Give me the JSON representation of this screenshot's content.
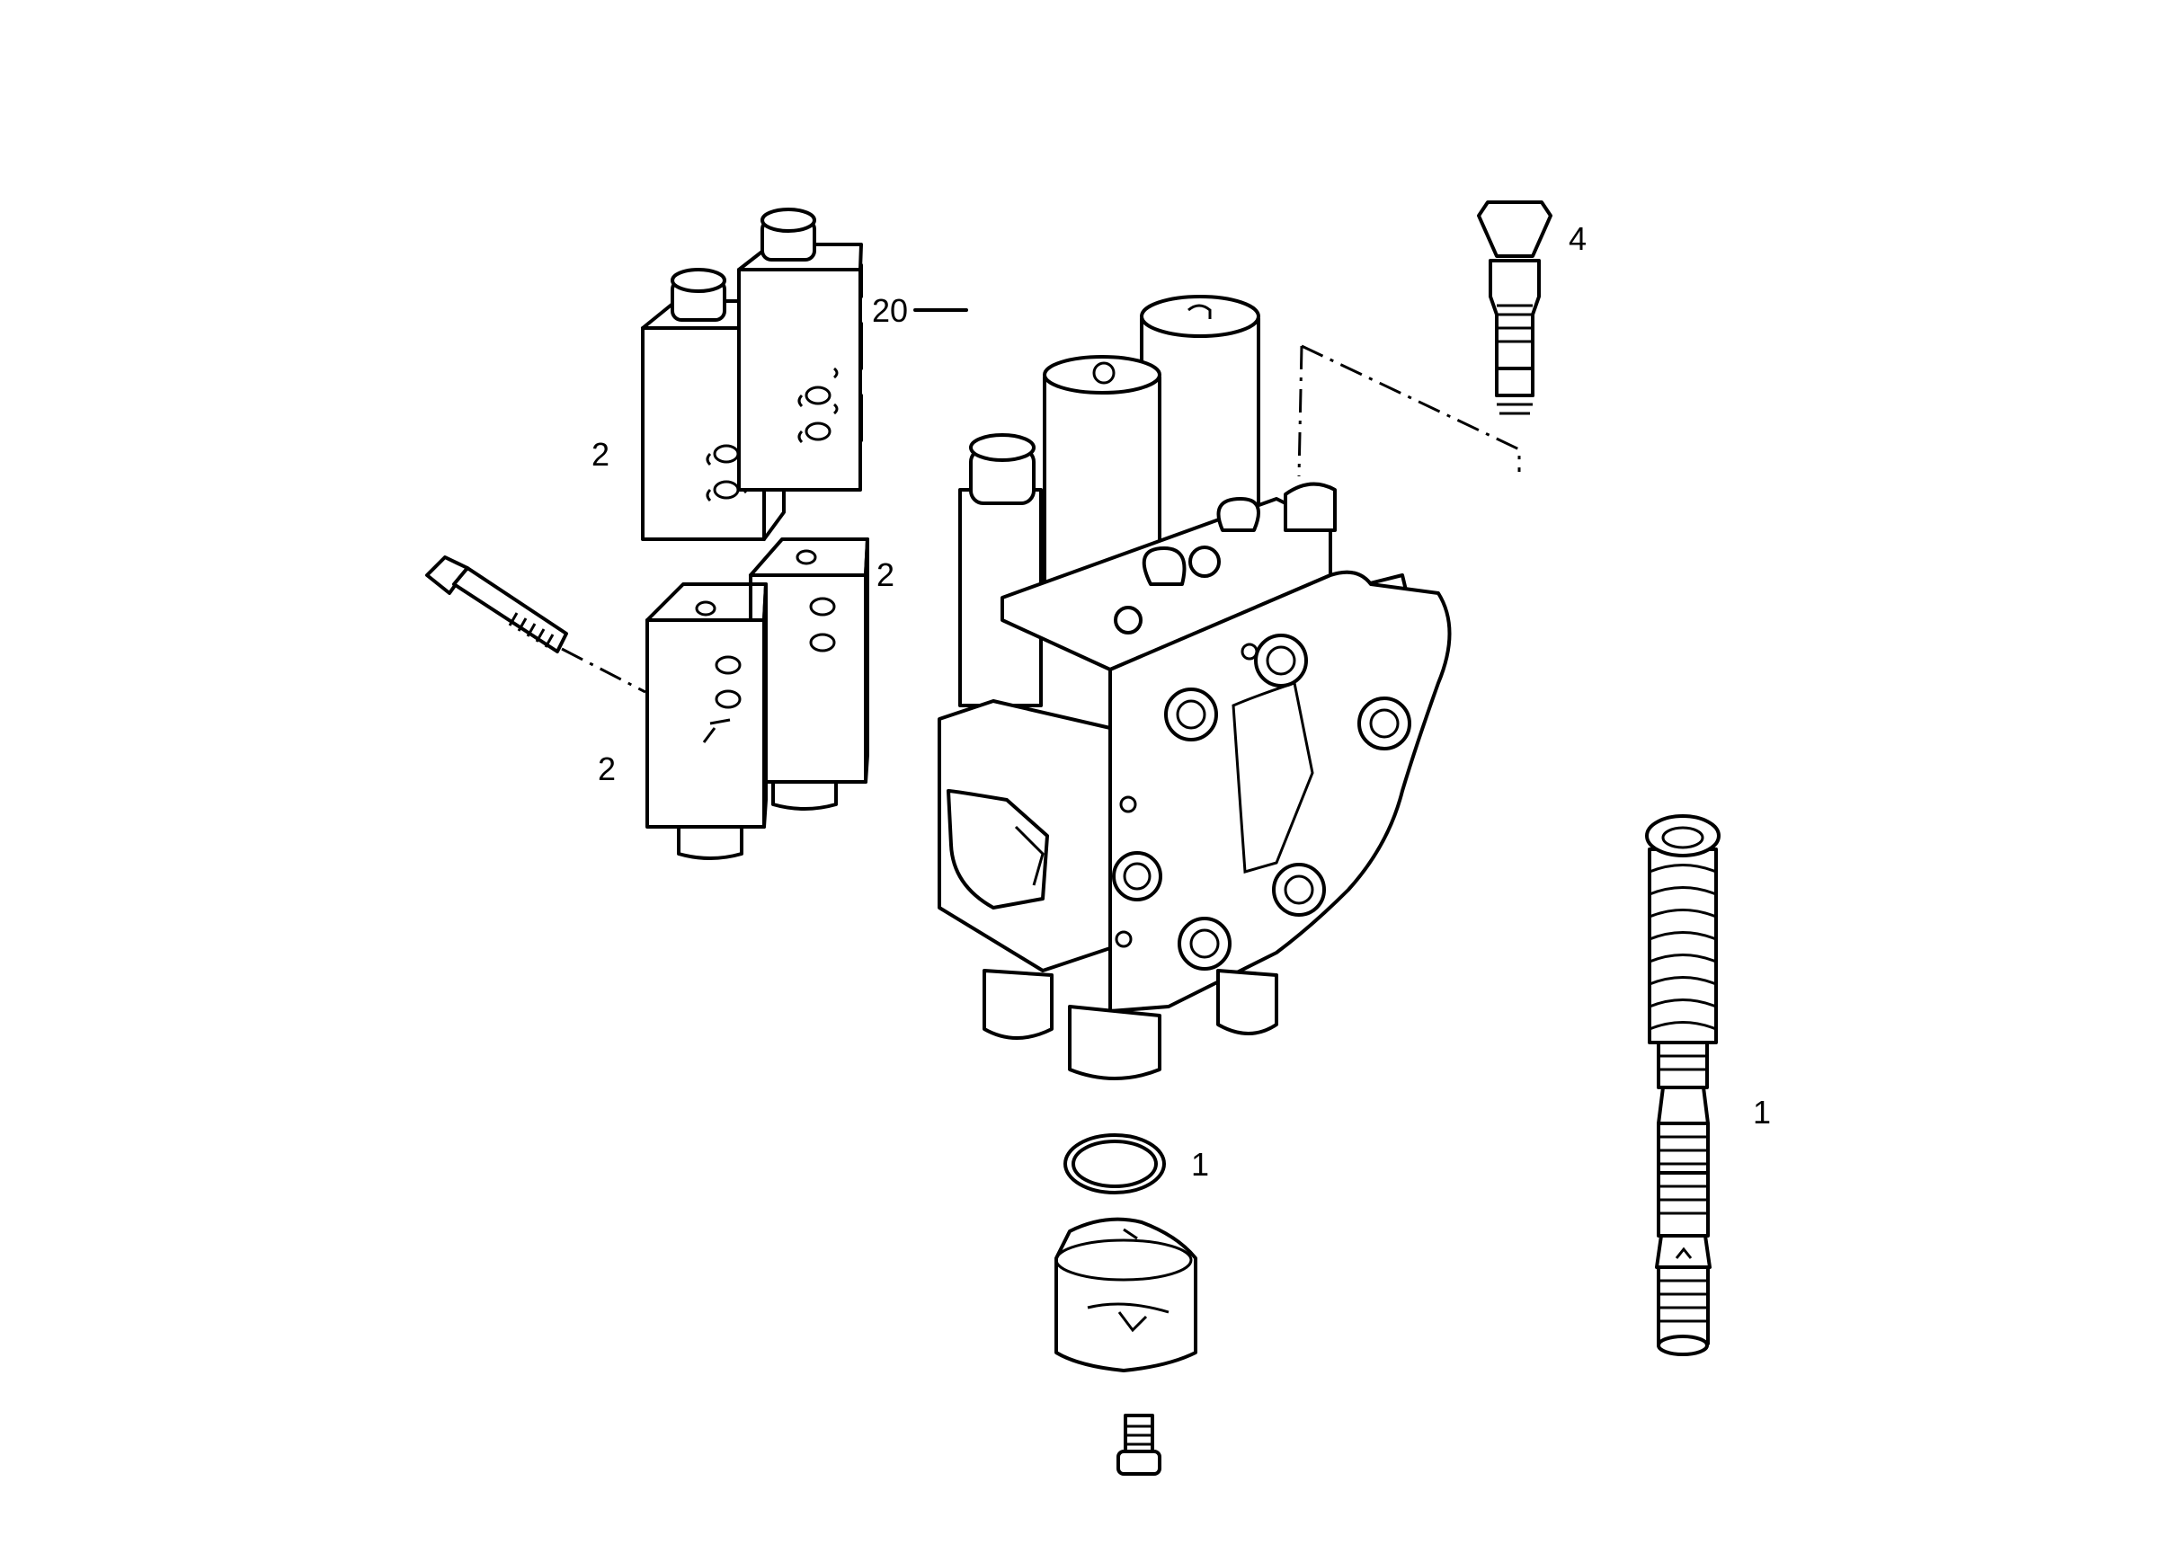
{
  "diagram": {
    "callouts": {
      "solenoid_top_left": "2",
      "solenoid_pair_code": "20",
      "solenoid_top_right": "2",
      "solenoid_bottom_left": "2",
      "plug_cap": "4",
      "o_ring": "1",
      "spool": "1"
    },
    "colors": {
      "line": "#000000",
      "background": "#ffffff"
    }
  }
}
